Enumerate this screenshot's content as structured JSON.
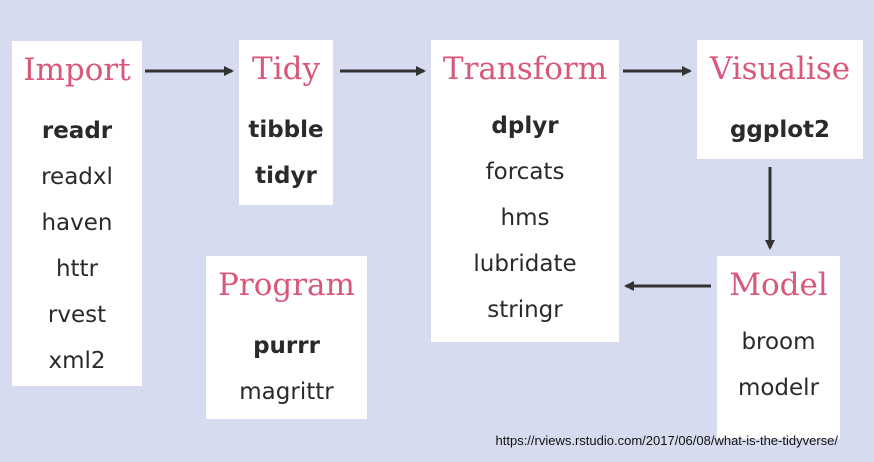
{
  "colors": {
    "background": "#d7dbf0",
    "box": "#ffffff",
    "title": "#d9577a",
    "text": "#2a2a2a",
    "arrow": "#333333"
  },
  "stages": {
    "import": {
      "title": "Import",
      "packages": [
        {
          "name": "readr",
          "bold": true
        },
        {
          "name": "readxl",
          "bold": false
        },
        {
          "name": "haven",
          "bold": false
        },
        {
          "name": "httr",
          "bold": false
        },
        {
          "name": "rvest",
          "bold": false
        },
        {
          "name": "xml2",
          "bold": false
        }
      ]
    },
    "tidy": {
      "title": "Tidy",
      "packages": [
        {
          "name": "tibble",
          "bold": true
        },
        {
          "name": "tidyr",
          "bold": true
        }
      ]
    },
    "transform": {
      "title": "Transform",
      "packages": [
        {
          "name": "dplyr",
          "bold": true
        },
        {
          "name": "forcats",
          "bold": false
        },
        {
          "name": "hms",
          "bold": false
        },
        {
          "name": "lubridate",
          "bold": false
        },
        {
          "name": "stringr",
          "bold": false
        }
      ]
    },
    "visualise": {
      "title": "Visualise",
      "packages": [
        {
          "name": "ggplot2",
          "bold": true
        }
      ]
    },
    "model": {
      "title": "Model",
      "packages": [
        {
          "name": "broom",
          "bold": false
        },
        {
          "name": "modelr",
          "bold": false
        }
      ]
    },
    "program": {
      "title": "Program",
      "packages": [
        {
          "name": "purrr",
          "bold": true
        },
        {
          "name": "magrittr",
          "bold": false
        }
      ]
    }
  },
  "flow": [
    {
      "from": "Import",
      "to": "Tidy"
    },
    {
      "from": "Tidy",
      "to": "Transform"
    },
    {
      "from": "Transform",
      "to": "Visualise"
    },
    {
      "from": "Visualise",
      "to": "Model"
    },
    {
      "from": "Model",
      "to": "Transform"
    }
  ],
  "source_url": "https://rviews.rstudio.com/2017/06/08/what-is-the-tidyverse/"
}
